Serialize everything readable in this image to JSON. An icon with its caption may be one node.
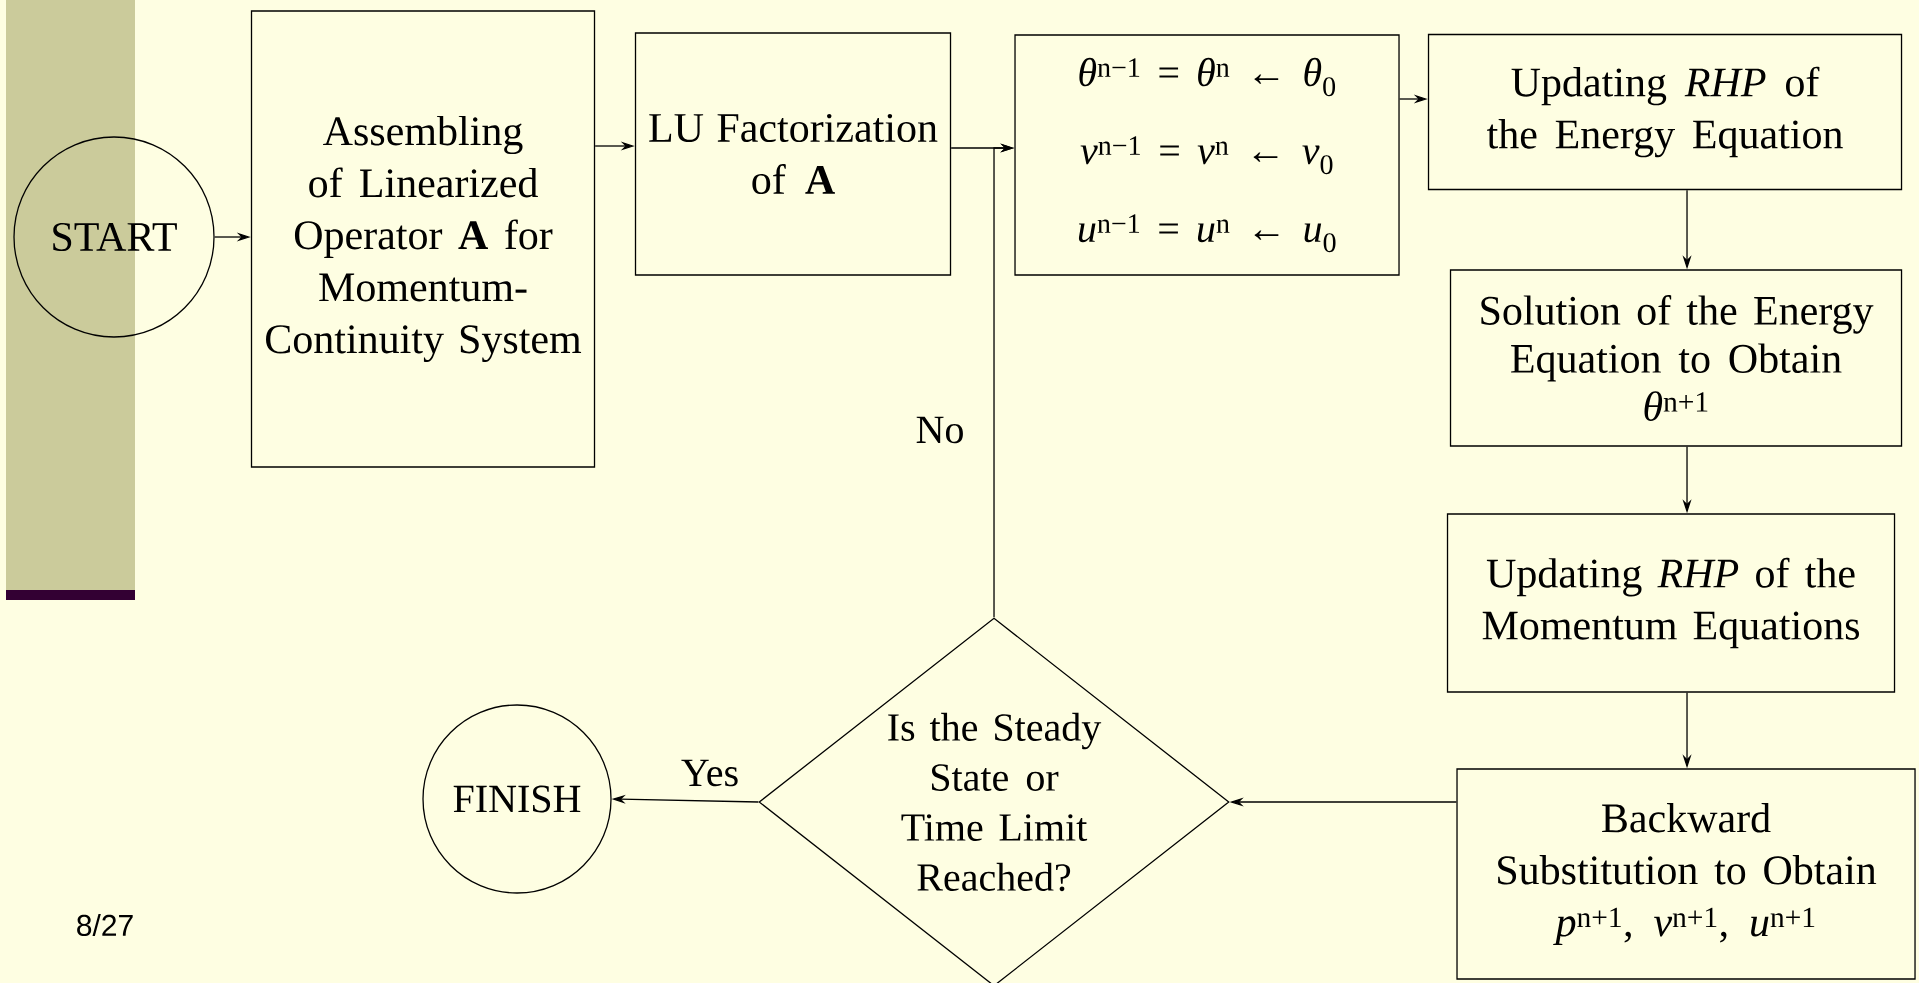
{
  "diagram": {
    "nodes": [
      {
        "text": [
          "START"
        ]
      },
      {
        "text": [
          "Assembling of Linearized Operator **A** for Momentum-Continuity System"
        ]
      },
      {
        "text": [
          "LU Factorization of **A**"
        ]
      },
      {
        "text": [
          "*θ*$^{n−1}$ = *θ*$^{n}$ ← *θ*$_{0}$",
          "*v*$^{n−1}$ = *v*$^{n}$ ← *v*$_{0}$",
          "*u*$^{n−1}$ = *u*$^{n}$ ← *u*$_{0}$"
        ]
      },
      {
        "text": [
          "Updating *RHP* of the Energy Equation"
        ]
      },
      {
        "text": [
          "Solution of the Energy Equation to Obtain",
          "*θ*$^{n+1}$"
        ]
      },
      {
        "text": [
          "Updating *RHP* of the Momentum Equations"
        ]
      },
      {
        "text": [
          "Backward Substitution to Obtain",
          "*p*$^{n+1}$,  *v*$^{n+1}$,  *u*$^{n+1}$"
        ]
      },
      {
        "text": [
          "Is the Steady State or Time Limit Reached?"
        ]
      },
      {
        "text": [
          "FINISH"
        ]
      }
    ],
    "edges": [
      {
        "from": 0,
        "to": 1,
        "arrow": "to"
      },
      {
        "from": 1,
        "to": 2,
        "arrow": "to"
      },
      {
        "from": 2,
        "to": 3,
        "arrow": "to"
      },
      {
        "from": 3,
        "to": 4,
        "arrow": "to"
      },
      {
        "from": 4,
        "to": 5,
        "arrow": "to"
      },
      {
        "from": 5,
        "to": 6,
        "arrow": "to"
      },
      {
        "from": 6,
        "to": 7,
        "arrow": "to"
      },
      {
        "from": 7,
        "to": 8,
        "arrow": "to"
      },
      {
        "from": 8,
        "to": 9,
        "arrow": "to",
        "label": "Yes"
      },
      {
        "from": 8,
        "to": 3,
        "arrow": "to",
        "label": "No"
      }
    ],
    "labels": [
      "8/27"
    ]
  }
}
